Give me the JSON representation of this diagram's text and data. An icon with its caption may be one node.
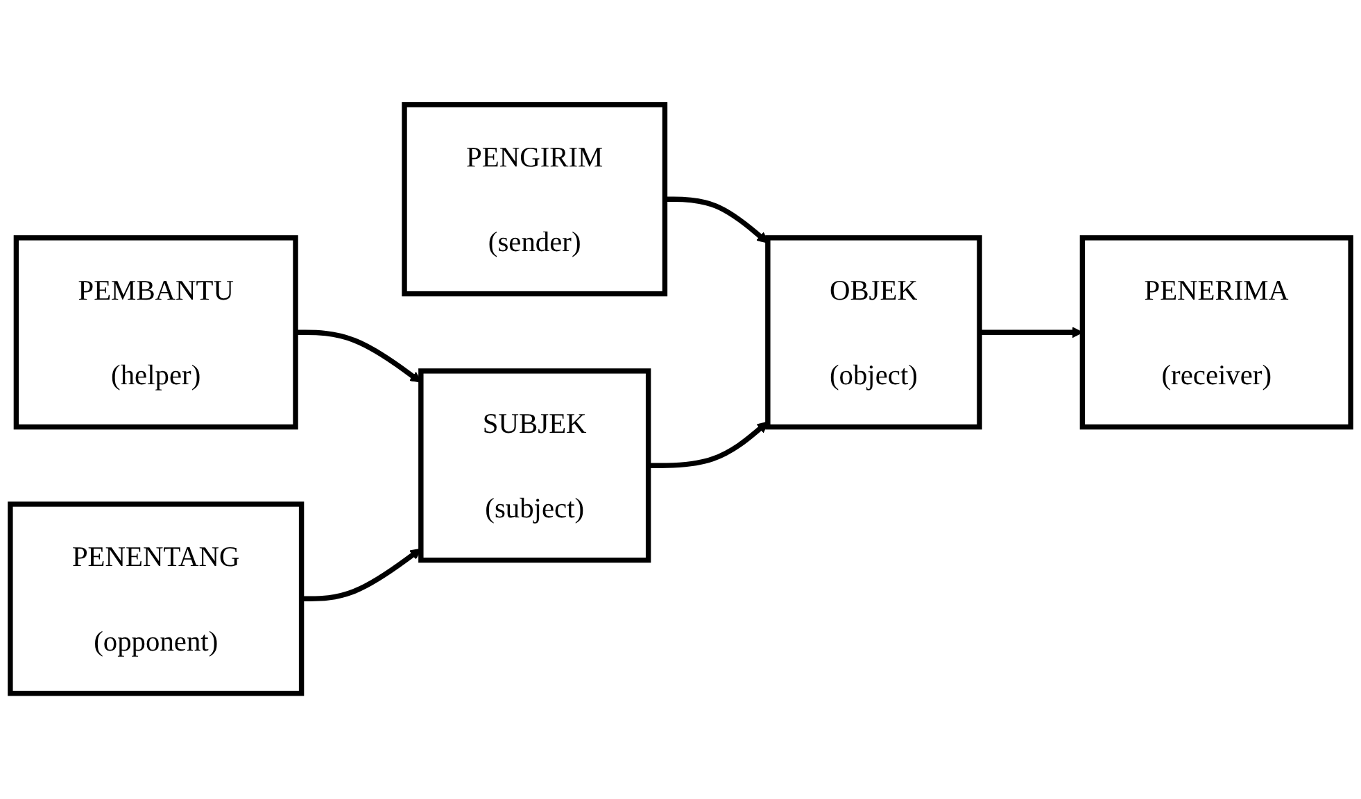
{
  "diagram": {
    "nodes": [
      {
        "text": [
          "PENGIRIM",
          "(sender)"
        ]
      },
      {
        "text": [
          "OBJEK",
          "(object)"
        ]
      },
      {
        "text": [
          "PENERIMA",
          "(receiver)"
        ]
      },
      {
        "text": [
          "SUBJEK",
          "(subject)"
        ]
      },
      {
        "text": [
          "PEMBANTU",
          "(helper)"
        ]
      },
      {
        "text": [
          "PENENTANG",
          "(opponent)"
        ]
      }
    ],
    "edges": [
      {
        "from": 0,
        "to": 1,
        "arrow": "to"
      },
      {
        "from": 1,
        "to": 2,
        "arrow": "to"
      },
      {
        "from": 3,
        "to": 1,
        "arrow": "to"
      },
      {
        "from": 4,
        "to": 3,
        "arrow": "to"
      },
      {
        "from": 5,
        "to": 3,
        "arrow": "to"
      }
    ]
  }
}
